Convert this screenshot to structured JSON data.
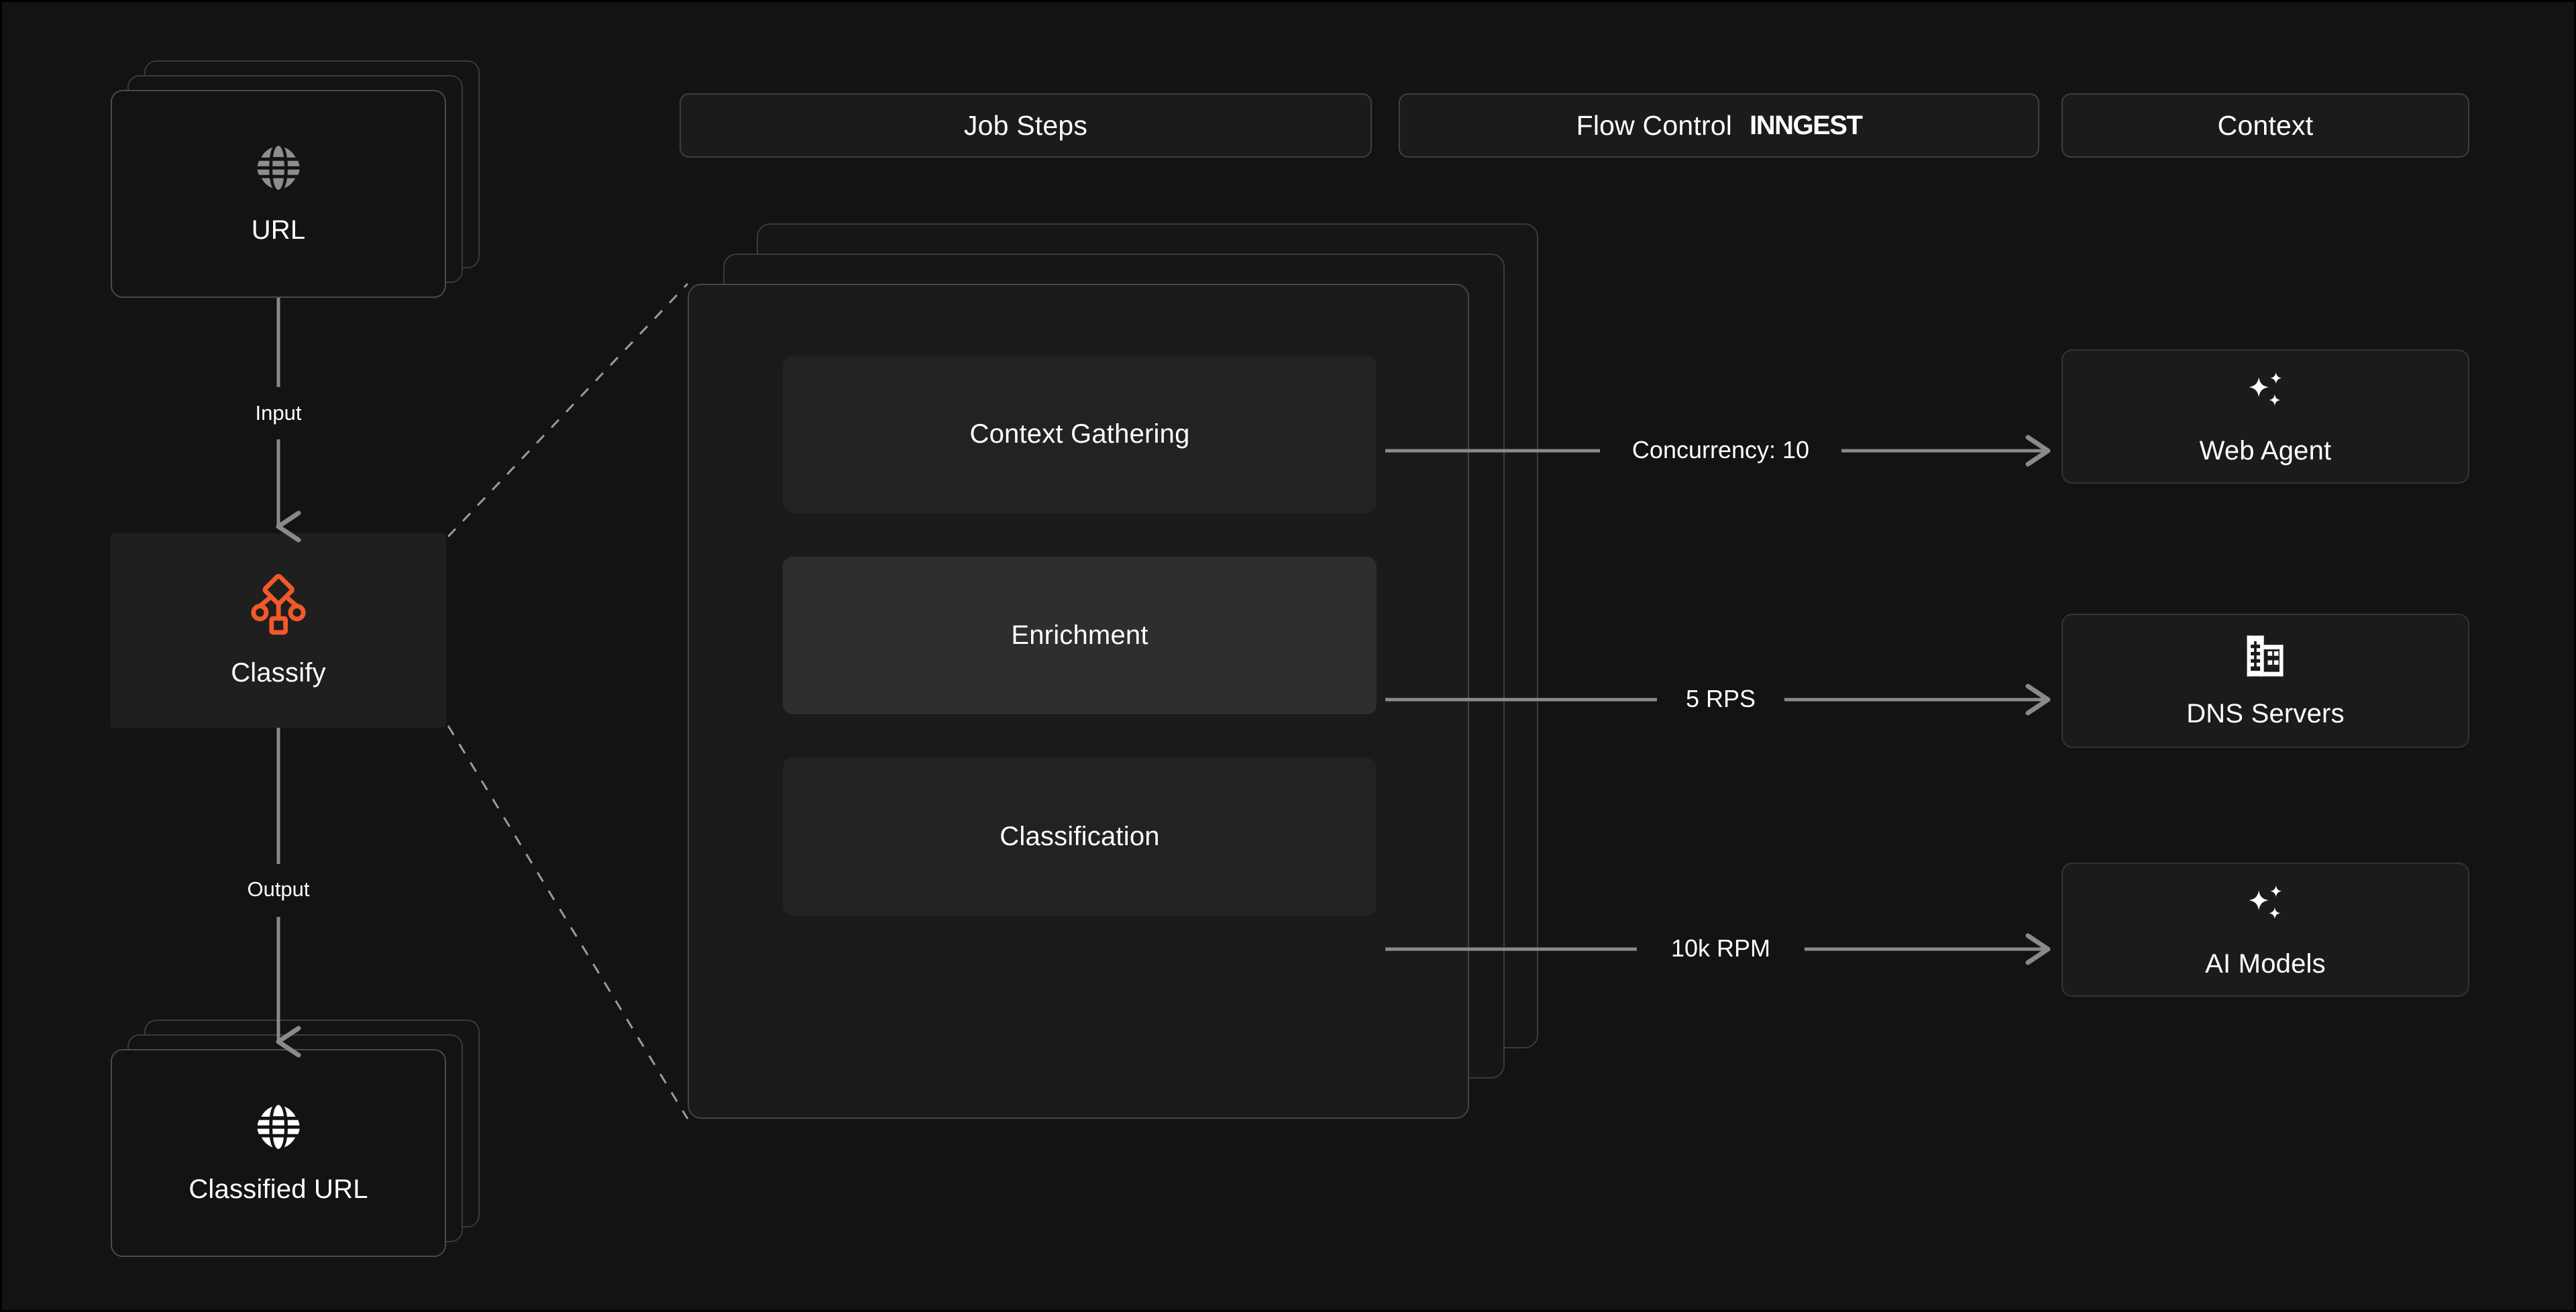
{
  "theme": {
    "background": "#131313",
    "card_background": "#1b1b1b",
    "card_border": "#3a3a3a",
    "text": "#ffffff",
    "accent_orange": "#f1592a",
    "connector": "#8a8a8a",
    "icon_muted": "#8d8d8d",
    "step_card": "#222222",
    "step_card_active": "#2e2e2e"
  },
  "headers": [
    {
      "id": "job-steps",
      "label": "Job Steps",
      "brand": ""
    },
    {
      "id": "flow-control",
      "label": "Flow Control",
      "brand": "INNGEST"
    },
    {
      "id": "context",
      "label": "Context",
      "brand": ""
    }
  ],
  "pipeline": {
    "input_node": {
      "label": "URL",
      "icon": "globe-icon"
    },
    "process_node": {
      "label": "Classify",
      "icon": "classify-workflow-icon"
    },
    "output_node": {
      "label": "Classified URL",
      "icon": "globe-icon"
    },
    "input_edge_label": "Input",
    "output_edge_label": "Output"
  },
  "job_steps": [
    {
      "id": "context-gathering",
      "label": "Context Gathering",
      "active": false
    },
    {
      "id": "enrichment",
      "label": "Enrichment",
      "active": true
    },
    {
      "id": "classification",
      "label": "Classification",
      "active": false
    }
  ],
  "flow_control_edges": [
    {
      "id": "concurrency",
      "label": "Concurrency: 10",
      "from": "context-gathering",
      "to": "web-agent"
    },
    {
      "id": "rps",
      "label": "5 RPS",
      "from": "enrichment",
      "to": "dns-servers"
    },
    {
      "id": "rpm",
      "label": "10k RPM",
      "from": "classification",
      "to": "ai-models"
    }
  ],
  "context_nodes": [
    {
      "id": "web-agent",
      "label": "Web Agent",
      "icon": "sparkles-icon"
    },
    {
      "id": "dns-servers",
      "label": "DNS Servers",
      "icon": "building-icon"
    },
    {
      "id": "ai-models",
      "label": "AI Models",
      "icon": "sparkles-icon"
    }
  ]
}
